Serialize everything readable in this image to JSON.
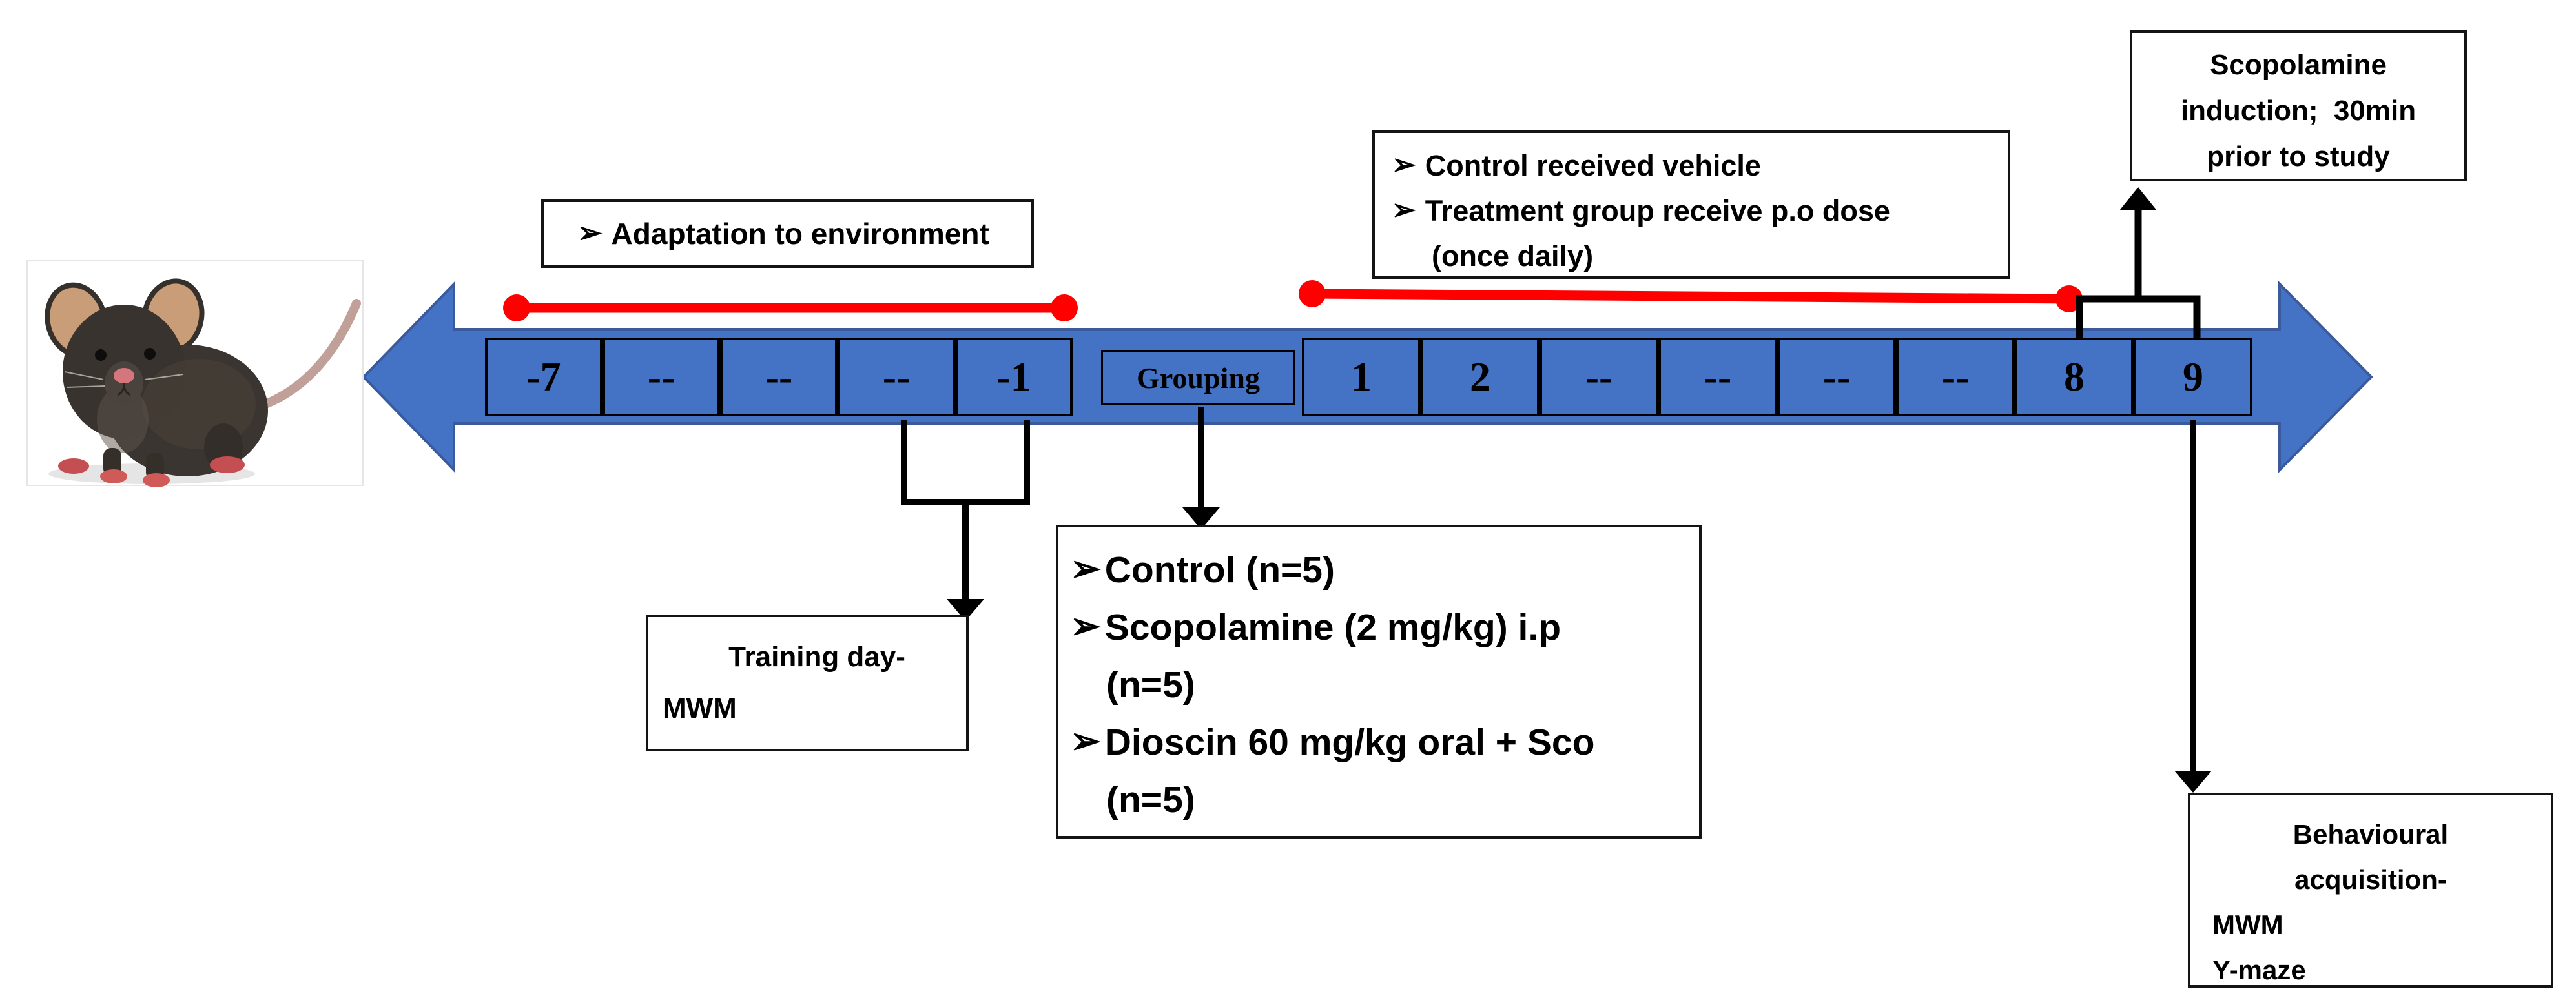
{
  "colors": {
    "arrow_fill": "#4472C4",
    "arrow_stroke": "#3A5A9B",
    "day_box_fill": "#4472C4",
    "day_box_border": "#000000",
    "red_marker": "#FF0000",
    "connector": "#000000",
    "note_border": "#141414",
    "note_fill": "#ffffff"
  },
  "icons": {
    "mouse": "mouse-photo",
    "bullet_arrow": "arrowhead-bullet-icon"
  },
  "timeline": {
    "left_days": [
      "-7",
      "--",
      "--",
      "--",
      "-1"
    ],
    "grouping_label": "Grouping",
    "right_days": [
      "1",
      "2",
      "--",
      "--",
      "--",
      "--",
      "8",
      "9"
    ]
  },
  "annotations": {
    "adaptation": {
      "bullet": "➢",
      "text": "Adaptation to environment"
    },
    "dosing": {
      "bullet": "➢",
      "line1": "Control received vehicle",
      "line2": "Treatment group receive p.o dose",
      "line3": "(once daily)"
    },
    "scopolamine_induction": {
      "line1": "Scopolamine",
      "line2": "induction;  30min",
      "line3": "prior to study"
    },
    "training": {
      "line1": "Training day-",
      "line2": "MWM"
    },
    "groups": {
      "bullet": "➢",
      "item1_line1": "Control (n=5)",
      "item2_line1": "Scopolamine (2 mg/kg) i.p",
      "item2_line2": "(n=5)",
      "item3_line1": "Dioscin 60 mg/kg oral + Sco",
      "item3_line2": "(n=5)"
    },
    "behavioural": {
      "line1": "Behavioural",
      "line2": "acquisition-",
      "line3": "MWM",
      "line4": "Y-maze"
    }
  }
}
